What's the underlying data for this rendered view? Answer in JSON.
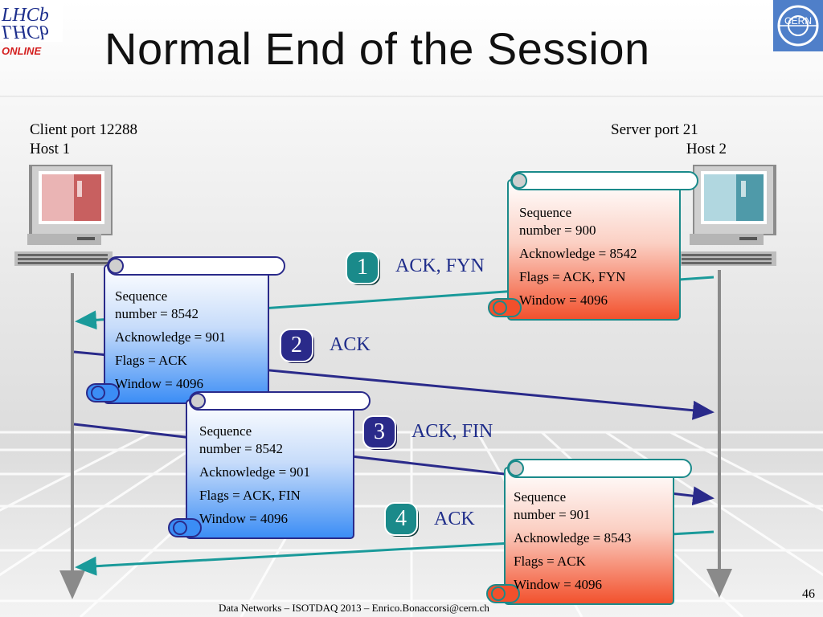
{
  "title": "Normal End of the Session",
  "logo_left": {
    "line1": "LHCb",
    "line2": "LHCb",
    "line3": "ONLINE"
  },
  "logo_right": {
    "text": "CERN"
  },
  "client": {
    "port": "Client port 12288",
    "host": "Host 1"
  },
  "server": {
    "port": "Server port 21",
    "host": "Host 2"
  },
  "steps": [
    {
      "num": "1",
      "label": "ACK, FYN"
    },
    {
      "num": "2",
      "label": "ACK"
    },
    {
      "num": "3",
      "label": "ACK, FIN"
    },
    {
      "num": "4",
      "label": "ACK"
    }
  ],
  "segments": [
    {
      "seq1": "Sequence",
      "seq2": "number = 900",
      "ack": "Acknowledge = 8542",
      "flags": "Flags = ACK, FYN",
      "window": "Window = 4096"
    },
    {
      "seq1": "Sequence",
      "seq2": "number = 8542",
      "ack": "Acknowledge = 901",
      "flags": "Flags = ACK",
      "window": "Window = 4096"
    },
    {
      "seq1": "Sequence",
      "seq2": "number = 8542",
      "ack": "Acknowledge = 901",
      "flags": "Flags = ACK, FIN",
      "window": "Window = 4096"
    },
    {
      "seq1": "Sequence",
      "seq2": "number = 901",
      "ack": "Acknowledge = 8543",
      "flags": "Flags = ACK",
      "window": "Window = 4096"
    }
  ],
  "footer": "Data Networks – ISOTDAQ 2013 – Enrico.Bonaccorsi@cern.ch",
  "page_number": "46",
  "colors": {
    "teal": "#1a9a9a",
    "navy": "#2a2a8a",
    "red_scroll": "#f05a3a",
    "blue_scroll": "#3a8ef5"
  }
}
